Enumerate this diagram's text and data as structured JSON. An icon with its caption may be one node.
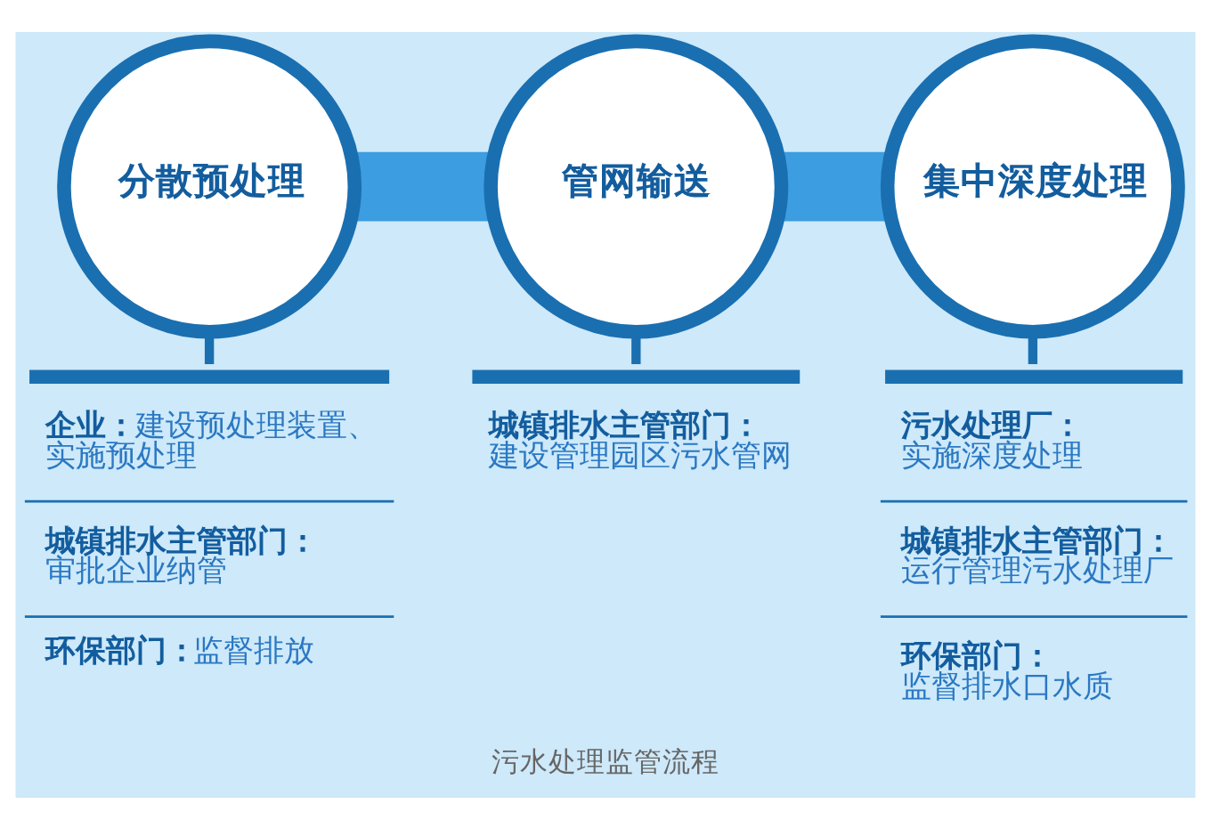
{
  "diagram": {
    "caption": "污水处理监管流程",
    "nodes": [
      {
        "text": [
          "分散预处理"
        ]
      },
      {
        "text": [
          "管网输送"
        ]
      },
      {
        "text": [
          "集中深度处理"
        ]
      },
      {
        "text": [
          "**企业：**建设预处理装置、实施预处理",
          "**城镇排水主管部门：**审批企业纳管",
          "**环保部门：**监督排放"
        ]
      },
      {
        "text": [
          "**城镇排水主管部门：**建设管理园区污水管网"
        ]
      },
      {
        "text": [
          "**污水处理厂：**实施深度处理",
          "**城镇排水主管部门：**运行管理污水处理厂",
          "**环保部门：**监督排水口水质"
        ]
      }
    ],
    "edges": [
      {
        "from": 0,
        "to": 1,
        "arrow": "none",
        "style": "thick",
        "color": "#3c9de0"
      },
      {
        "from": 1,
        "to": 2,
        "arrow": "none",
        "style": "thick",
        "color": "#3c9de0"
      },
      {
        "from": 0,
        "to": 3,
        "arrow": "none"
      },
      {
        "from": 1,
        "to": 4,
        "arrow": "none"
      },
      {
        "from": 2,
        "to": 5,
        "arrow": "none"
      }
    ]
  }
}
